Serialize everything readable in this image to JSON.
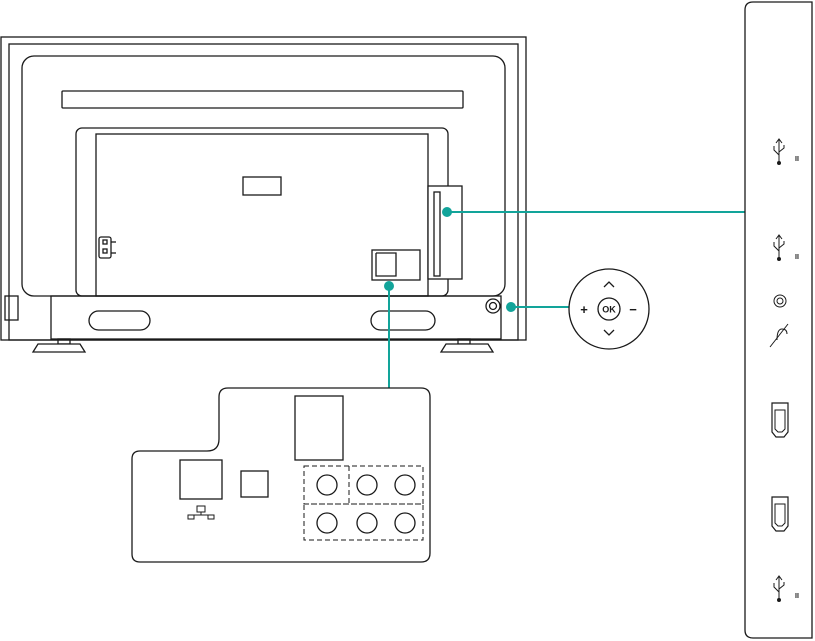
{
  "colors": {
    "accent": "#12a49a",
    "stroke": "#1a1a1a",
    "fill": "#ffffff"
  },
  "remote_pad": {
    "ok_label": "OK",
    "plus_label": "+",
    "minus_label": "−",
    "up_icon": "chevron-up-icon",
    "down_icon": "chevron-down-icon"
  },
  "side_panel": {
    "ports": [
      {
        "name": "usb-port-1",
        "icon": "usb-icon",
        "marker": "II"
      },
      {
        "name": "usb-port-2",
        "icon": "usb-icon",
        "marker": "II"
      },
      {
        "name": "av-in-jack",
        "icon": "av-jack-icon"
      },
      {
        "name": "headphone-jack",
        "icon": "headphone-icon"
      },
      {
        "name": "hdmi-port-1",
        "icon": "hdmi-port-icon"
      },
      {
        "name": "hdmi-port-2",
        "icon": "hdmi-port-icon"
      },
      {
        "name": "usb-port-3",
        "icon": "usb-icon",
        "marker": "II"
      }
    ]
  },
  "rear_panel": {
    "ports": [
      {
        "name": "optical-port",
        "icon": "optical-port-icon"
      },
      {
        "name": "lan-port",
        "icon": "lan-network-icon"
      },
      {
        "name": "antenna-port",
        "icon": "antenna-port-icon"
      },
      {
        "name": "component-jacks",
        "icon": "rca-jack-icon",
        "count": 6
      }
    ]
  }
}
